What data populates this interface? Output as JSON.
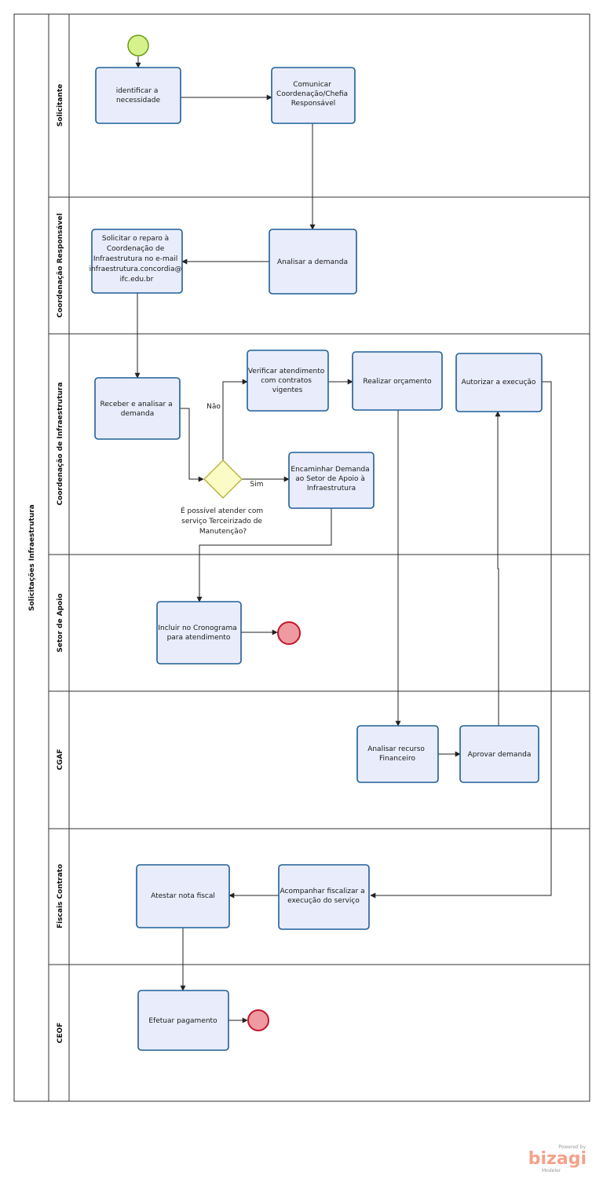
{
  "pool": {
    "label": "Solicitações Infraestrutura"
  },
  "lanes": [
    {
      "id": "solicitante",
      "label": "Solicitante"
    },
    {
      "id": "coord-resp",
      "label": "Coordenação Responsável"
    },
    {
      "id": "coord-infra",
      "label": "Coordenação de Infraestrutura"
    },
    {
      "id": "setor-apoio",
      "label": "Setor de Apoio"
    },
    {
      "id": "cgaf",
      "label": "CGAF"
    },
    {
      "id": "fiscais",
      "label": "Fiscais Contrato"
    },
    {
      "id": "ceof",
      "label": "CEOF"
    }
  ],
  "tasks": {
    "identificar": [
      "identificar a",
      "necessidade"
    ],
    "comunicar": [
      "Comunicar",
      "Coordenação/Chefia",
      "Responsável"
    ],
    "analisar_demanda": [
      "Analisar a demanda"
    ],
    "solicitar_reparo": [
      "Solicitar o reparo à",
      "Coordenação de",
      "Infraestrutura no e-mail",
      "infraestrutura.concordia@",
      "ifc.edu.br"
    ],
    "receber_analisar": [
      "Receber e analisar a",
      "demanda"
    ],
    "verificar": [
      "Verificar atendimento",
      "com contratos",
      "vigentes"
    ],
    "realizar_orcamento": [
      "Realizar orçamento"
    ],
    "autorizar": [
      "Autorizar a  execução"
    ],
    "encaminhar": [
      "Encaminhar Demanda",
      "ao Setor de Apoio à",
      "Infraestrutura"
    ],
    "incluir_cronograma": [
      "Incluir no Cronograma",
      "para atendimento"
    ],
    "analisar_recurso": [
      "Analisar recurso",
      "Financeiro"
    ],
    "aprovar": [
      "Aprovar demanda"
    ],
    "atestar": [
      "Atestar nota fiscal"
    ],
    "acompanhar": [
      "Acompanhar fiscalizar a",
      "execução do serviço"
    ],
    "efetuar": [
      "Efetuar pagamento"
    ]
  },
  "gateway": {
    "question": [
      "É possível atender com",
      "serviço Terceirizado de",
      "Manutenção?"
    ],
    "no_label": "Não",
    "yes_label": "Sim"
  },
  "colors": {
    "task_fill": "#e9ecfa",
    "task_stroke": "#1f5f98",
    "start_fill": "#d6f28a",
    "start_stroke": "#6a9a12",
    "end_fill": "#ef9aa0",
    "end_stroke": "#c0182a",
    "gateway_fill": "#fbfbc6",
    "gateway_stroke": "#b0b032"
  },
  "branding": {
    "powered_by": "Powered by",
    "name": "bizagi",
    "product": "Modeler"
  }
}
